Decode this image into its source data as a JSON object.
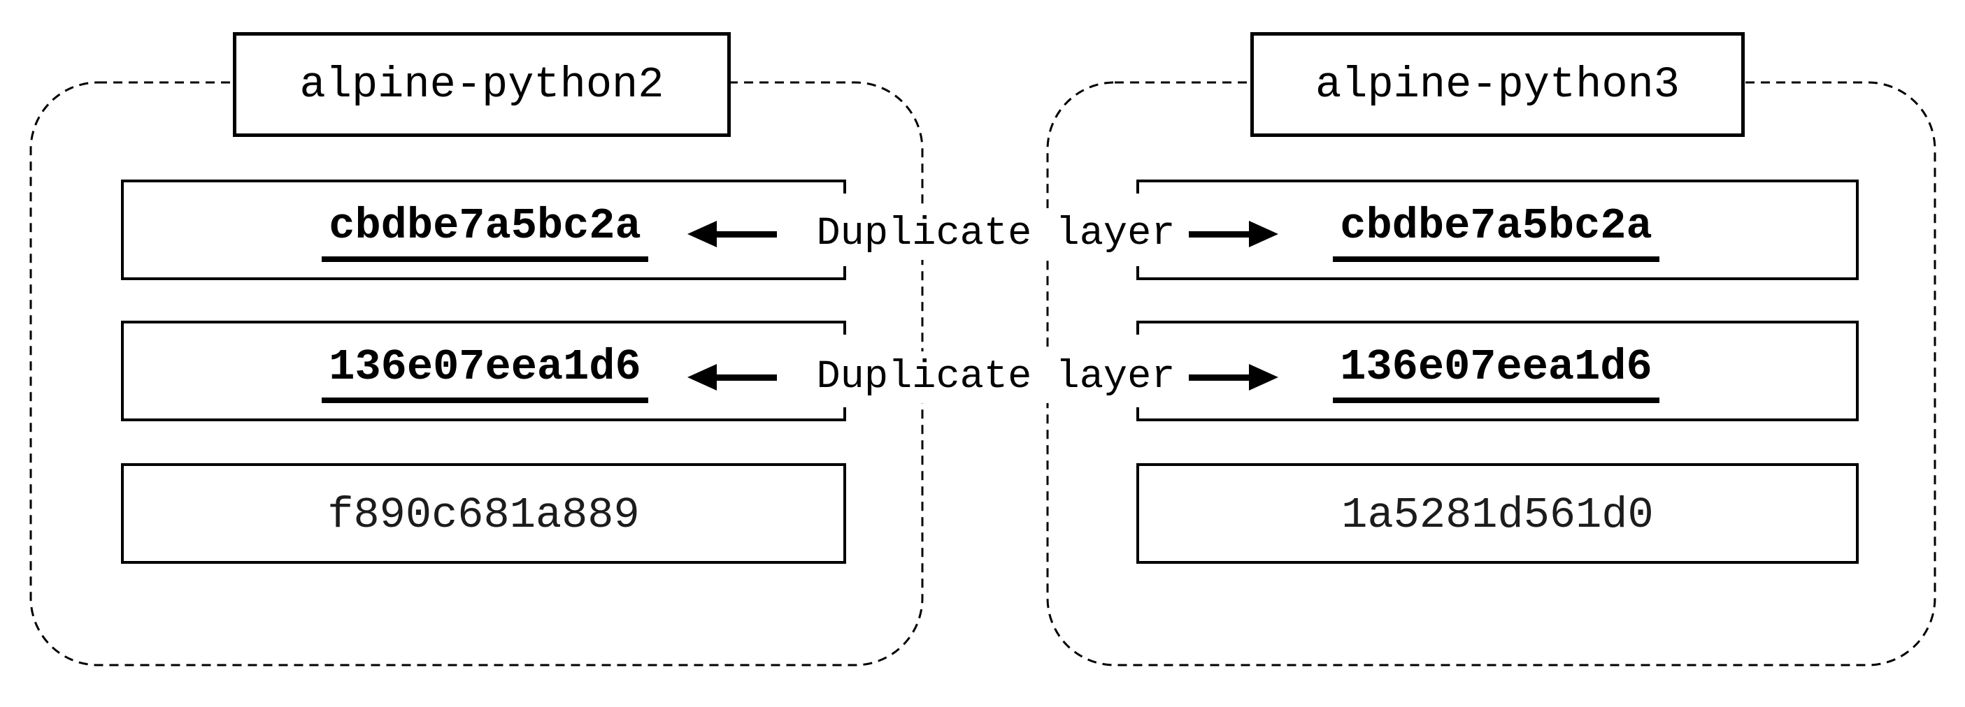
{
  "colors": {
    "ink": "#000000",
    "paper": "#ffffff",
    "secondary_ink": "#1c1c1c"
  },
  "images": [
    {
      "name": "alpine-python2",
      "layers": [
        {
          "id": "cbdbe7a5bc2a",
          "duplicate": true
        },
        {
          "id": "136e07eea1d6",
          "duplicate": true
        },
        {
          "id": "f890c681a889",
          "duplicate": false
        }
      ]
    },
    {
      "name": "alpine-python3",
      "layers": [
        {
          "id": "cbdbe7a5bc2a",
          "duplicate": true
        },
        {
          "id": "136e07eea1d6",
          "duplicate": true
        },
        {
          "id": "1a5281d561d0",
          "duplicate": false
        }
      ]
    }
  ],
  "annotations": [
    {
      "label": "Duplicate layer",
      "left_icon": "arrow-left-icon",
      "right_icon": "arrow-right-icon"
    },
    {
      "label": "Duplicate layer",
      "left_icon": "arrow-left-icon",
      "right_icon": "arrow-right-icon"
    }
  ]
}
